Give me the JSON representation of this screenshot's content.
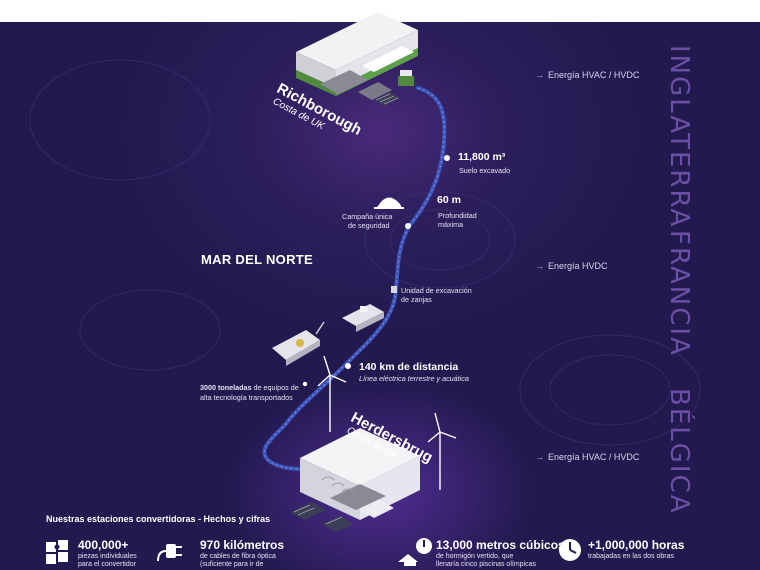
{
  "countries": {
    "top": "INGLATERRA",
    "middle": "FRANCIA",
    "bottom": "BÉLGICA"
  },
  "energy_labels": {
    "top": "Energía HVAC / HVDC",
    "middle": "Energía HVDC",
    "bottom": "Energía HVAC / HVDC"
  },
  "sea_label": "MAR DEL NORTE",
  "sites": {
    "uk": {
      "name": "Richborough",
      "sub": "Costa de UK"
    },
    "be": {
      "name": "Herdersbrug",
      "sub": "Costa Belga"
    }
  },
  "milestones": {
    "soil": {
      "value": "11,800 m³",
      "desc": "Suelo excavado"
    },
    "depth": {
      "value": "60 m",
      "desc_line1": "Profundidad",
      "desc_line2": "máxima"
    },
    "safety": {
      "line1": "Campaña única",
      "line2": "de seguridad"
    },
    "trench": {
      "line1": "Unidad de excavación",
      "line2": "de zanjas"
    },
    "distance": {
      "value": "140 km de distancia",
      "desc": "Línea eléctrica terrestre y acuática"
    },
    "tons": {
      "bold": "3000 toneladas",
      "rest": " de equipos de",
      "line2": "alta tecnología transportados"
    }
  },
  "facts": {
    "title": "Nuestras estaciones convertidoras - Hechos y cifras",
    "items": [
      {
        "value": "400,000+",
        "line1": "piezas individuales",
        "line2": "para el convertidor",
        "icon": "puzzle-icon"
      },
      {
        "value": "970 kilómetros",
        "line1": "de cables de fibra óptica",
        "line2": "(suficiente para ir de",
        "icon": "plug-icon"
      },
      {
        "value": "13,000 metros cúbicos",
        "line1": "de hormigón vertido, que",
        "line2": "llenaría cinco piscinas olímpicas",
        "icon": "concrete-pour-icon"
      },
      {
        "value": "+1,000,000 horas",
        "line1": "trabajadas en las dos obras",
        "line2": "",
        "icon": "clock-icon"
      }
    ]
  },
  "colors": {
    "background": "#221a4f",
    "glow": "#4a2a7a",
    "country_text": "#6b4fa5",
    "cable": "#3d54b8",
    "building_green": "#4f8a3e"
  }
}
